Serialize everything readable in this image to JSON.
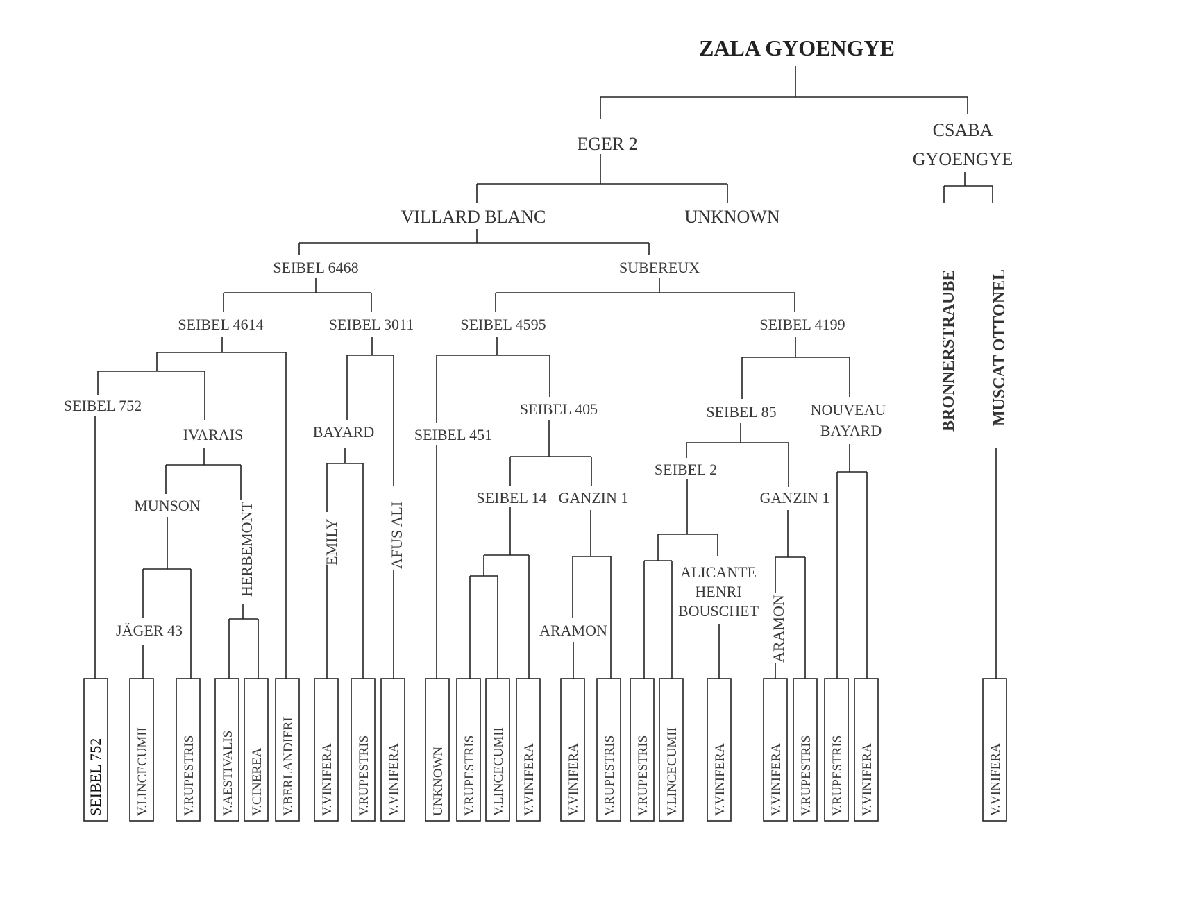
{
  "title": "ZALA GYOENGYE",
  "nodes": {
    "eger2": "EGER 2",
    "csaba_1": "CSABA",
    "csaba_2": "GYOENGYE",
    "villard_blanc": "VILLARD BLANC",
    "unknown_top": "UNKNOWN",
    "seibel_6468": "SEIBEL 6468",
    "subereux": "SUBEREUX",
    "seibel_4614": "SEIBEL 4614",
    "seibel_3011": "SEIBEL 3011",
    "seibel_4595": "SEIBEL 4595",
    "seibel_4199": "SEIBEL 4199",
    "seibel_752": "SEIBEL 752",
    "ivarais": "IVARAIS",
    "bayard": "BAYARD",
    "seibel_451": "SEIBEL 451",
    "seibel_405": "SEIBEL 405",
    "seibel_85": "SEIBEL 85",
    "nouveau": "NOUVEAU",
    "nouveau_bayard": "BAYARD",
    "munson": "MUNSON",
    "herbemont": "HERBEMONT",
    "emily": "EMILY",
    "afus_ali": "AFUS ALI",
    "seibel_14": "SEIBEL 14",
    "ganzin_1a": "GANZIN 1",
    "seibel_2": "SEIBEL 2",
    "ganzin_1b": "GANZIN 1",
    "jager_43": "JÄGER 43",
    "aramon_a": "ARAMON",
    "alicante_1": "ALICANTE",
    "alicante_2": "HENRI",
    "alicante_3": "BOUSCHET",
    "aramon_b": "ARAMON",
    "bronnerstraube": "BRONNERSTRAUBE",
    "muscat_ottonel": "MUSCAT OTTONEL"
  },
  "leaves": [
    "SEIBEL 752",
    "V.LINCECUMII",
    "V.RUPESTRIS",
    "V.AESTIVALIS",
    "V.CINEREA",
    "V.BERLANDIERI",
    "V.VINIFERA",
    "V.RUPESTRIS",
    "V.VINIFERA",
    "UNKNOWN",
    "V.RUPESTRIS",
    "V.LINCECUMII",
    "V.VINIFERA",
    "V.VINIFERA",
    "V.RUPESTRIS",
    "V.RUPESTRIS",
    "V.LINCECUMII",
    "V.VINIFERA",
    "V.VINIFERA",
    "V.RUPESTRIS",
    "V.RUPESTRIS",
    "V.VINIFERA",
    "V.VINIFERA"
  ]
}
